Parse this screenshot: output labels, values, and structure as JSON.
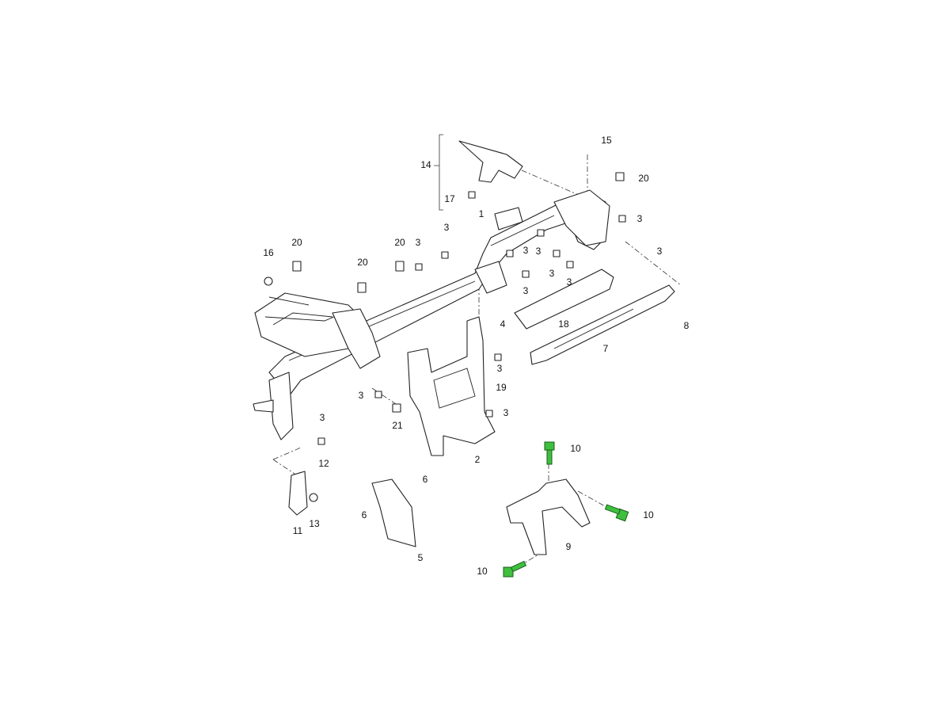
{
  "diagram": {
    "title": "Instrument panel cross-car beam and brackets",
    "highlight_color": "#3fbf3f",
    "callouts": [
      "14",
      "17",
      "15",
      "20",
      "1",
      "3",
      "3",
      "3",
      "20",
      "20",
      "16",
      "20",
      "3",
      "3",
      "3",
      "3",
      "3",
      "3",
      "8",
      "18",
      "7",
      "4",
      "3",
      "19",
      "3",
      "21",
      "3",
      "3",
      "2",
      "10",
      "12",
      "6",
      "10",
      "6",
      "11",
      "13",
      "9",
      "5",
      "10"
    ]
  }
}
